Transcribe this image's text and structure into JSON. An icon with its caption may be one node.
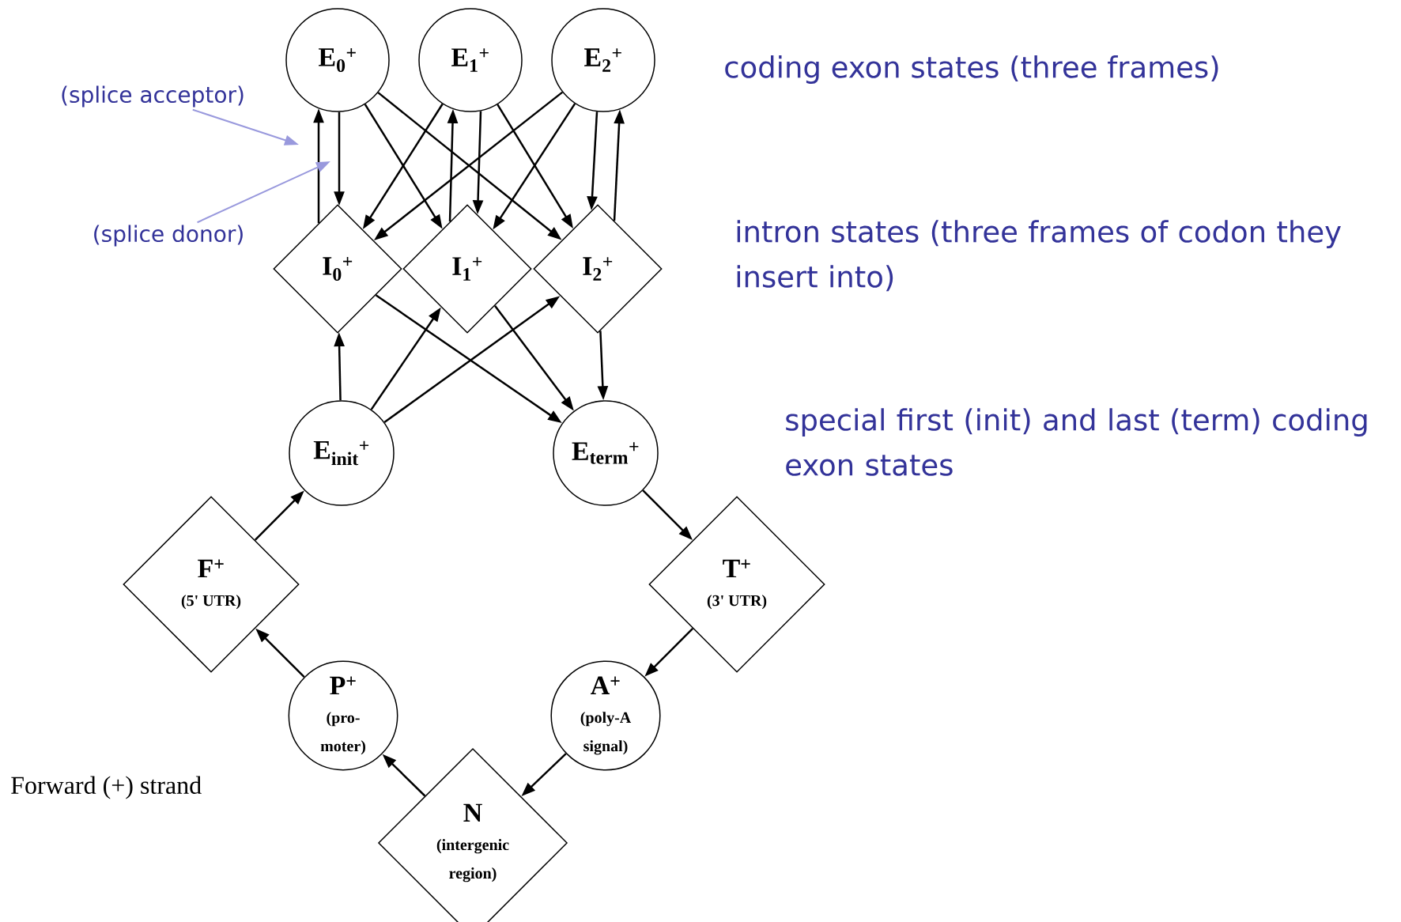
{
  "diagram": {
    "nodes": [
      {
        "text": [
          "E$_{0}$$^{+}$"
        ]
      },
      {
        "text": [
          "E$_{1}$$^{+}$"
        ]
      },
      {
        "text": [
          "E$_{2}$$^{+}$"
        ]
      },
      {
        "text": [
          "(splice acceptor)"
        ]
      },
      {
        "text": [
          "(splice donor)"
        ]
      },
      {
        "text": [
          "I$_{0}$$^{+}$"
        ]
      },
      {
        "text": [
          "I$_{1}$$^{+}$"
        ]
      },
      {
        "text": [
          "I$_{2}$$^{+}$"
        ]
      },
      {
        "text": [
          "E$_{init}$$^{+}$"
        ]
      },
      {
        "text": [
          "E$_{term}$$^{+}$"
        ]
      },
      {
        "text": [
          "F$^{+}$",
          "(5' UTR)"
        ]
      },
      {
        "text": [
          "T$^{+}$",
          "(3' UTR)"
        ]
      },
      {
        "text": [
          "P$^{+}$",
          "(pro- moter)"
        ]
      },
      {
        "text": [
          "A$^{+}$",
          "(poly-A signal)"
        ]
      },
      {
        "text": [
          "N",
          "(intergenic region)"
        ]
      }
    ],
    "edges": [
      {
        "from": 0,
        "to": 5,
        "arrow": "to"
      },
      {
        "from": 5,
        "to": 0,
        "arrow": "to"
      },
      {
        "from": 0,
        "to": 6,
        "arrow": "to"
      },
      {
        "from": 0,
        "to": 7,
        "arrow": "to"
      },
      {
        "from": 1,
        "to": 5,
        "arrow": "to"
      },
      {
        "from": 1,
        "to": 6,
        "arrow": "to"
      },
      {
        "from": 6,
        "to": 1,
        "arrow": "to"
      },
      {
        "from": 1,
        "to": 7,
        "arrow": "to"
      },
      {
        "from": 2,
        "to": 5,
        "arrow": "to"
      },
      {
        "from": 2,
        "to": 6,
        "arrow": "to"
      },
      {
        "from": 2,
        "to": 7,
        "arrow": "to"
      },
      {
        "from": 7,
        "to": 2,
        "arrow": "to"
      },
      {
        "from": 8,
        "to": 5,
        "arrow": "to"
      },
      {
        "from": 8,
        "to": 6,
        "arrow": "to"
      },
      {
        "from": 8,
        "to": 7,
        "arrow": "to"
      },
      {
        "from": 5,
        "to": 9,
        "arrow": "to"
      },
      {
        "from": 6,
        "to": 9,
        "arrow": "to"
      },
      {
        "from": 7,
        "to": 9,
        "arrow": "to"
      },
      {
        "from": 9,
        "to": 11,
        "arrow": "to"
      },
      {
        "from": 11,
        "to": 13,
        "arrow": "to"
      },
      {
        "from": 13,
        "to": 14,
        "arrow": "to"
      },
      {
        "from": 14,
        "to": 12,
        "arrow": "to"
      },
      {
        "from": 12,
        "to": 10,
        "arrow": "to"
      },
      {
        "from": 10,
        "to": 8,
        "arrow": "to"
      },
      {
        "from": 3,
        "to": null,
        "arrow": "to",
        "color": "#9999dd"
      },
      {
        "from": 4,
        "to": null,
        "arrow": "to",
        "color": "#9999dd"
      }
    ],
    "labels": [
      "coding exon states (three frames)",
      "intron states (three frames of codon they insert into)",
      "special first (init) and last (term) coding exon states",
      "Forward (+) strand"
    ]
  }
}
